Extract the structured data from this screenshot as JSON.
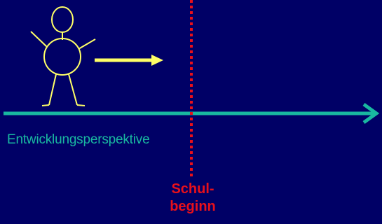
{
  "timeline": {
    "axis_label": "Entwicklungsperspektive",
    "axis_color": "#19b8a0"
  },
  "milestone": {
    "label_line1": "Schul-",
    "label_line2": "beginn",
    "color": "#e8101a"
  },
  "figure": {
    "color": "#ffff66",
    "arrow_color": "#ffff66"
  },
  "background_color": "#000066"
}
